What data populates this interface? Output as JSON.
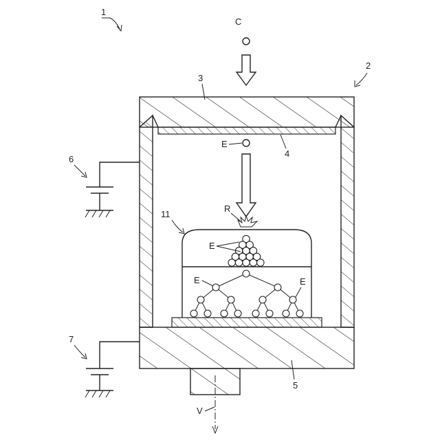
{
  "labels": {
    "fig_ref": "1",
    "chamber_ref": "2",
    "top_plate_ref": "3",
    "film_ref": "4",
    "stage_ref": "5",
    "supply_top_ref": "6",
    "supply_bottom_ref": "7",
    "structure_ref": "11",
    "incoming_particle": "C",
    "emitted_particle": "E",
    "reaction": "R",
    "particle_upper": "E",
    "particle_left": "E",
    "particle_right": "E",
    "axis": "V"
  },
  "colors": {
    "ink": "#222222",
    "background": "#ffffff"
  }
}
